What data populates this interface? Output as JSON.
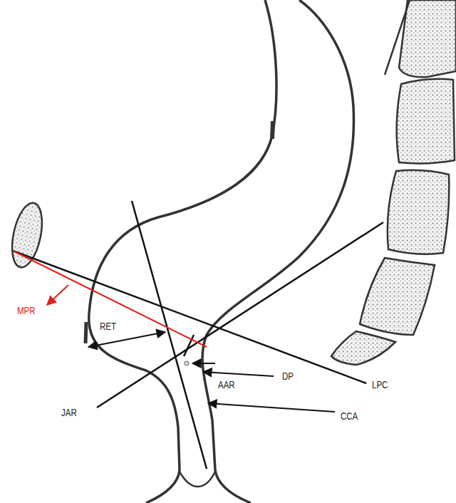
{
  "diagram": {
    "labels": [
      "MPR",
      "RET",
      "JAR",
      "AAR",
      "DP",
      "LPC",
      "CCA"
    ]
  }
}
